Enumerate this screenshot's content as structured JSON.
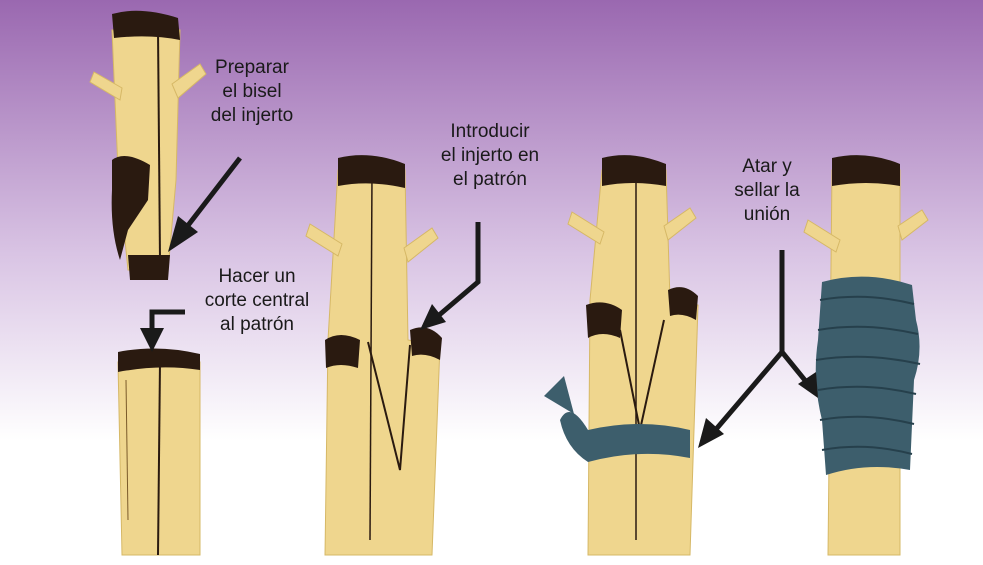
{
  "colors": {
    "background_top": "#9a68b0",
    "background_mid": "#d9c4e4",
    "background_bottom": "#ffffff",
    "wood": "#efd68e",
    "wood_shade": "#d6b866",
    "bark": "#2a1a10",
    "tape": "#3d5e6c",
    "arrow": "#1a1a1a"
  },
  "labels": {
    "prepare_bevel": [
      "Preparar",
      "el bisel",
      "del injerto"
    ],
    "center_cut": [
      "Hacer un",
      "corte central",
      "al patrón"
    ],
    "insert_scion": [
      "Introducir",
      "el injerto en",
      "el patrón"
    ],
    "tie_seal": [
      "Atar y",
      "sellar la",
      "unión"
    ]
  }
}
